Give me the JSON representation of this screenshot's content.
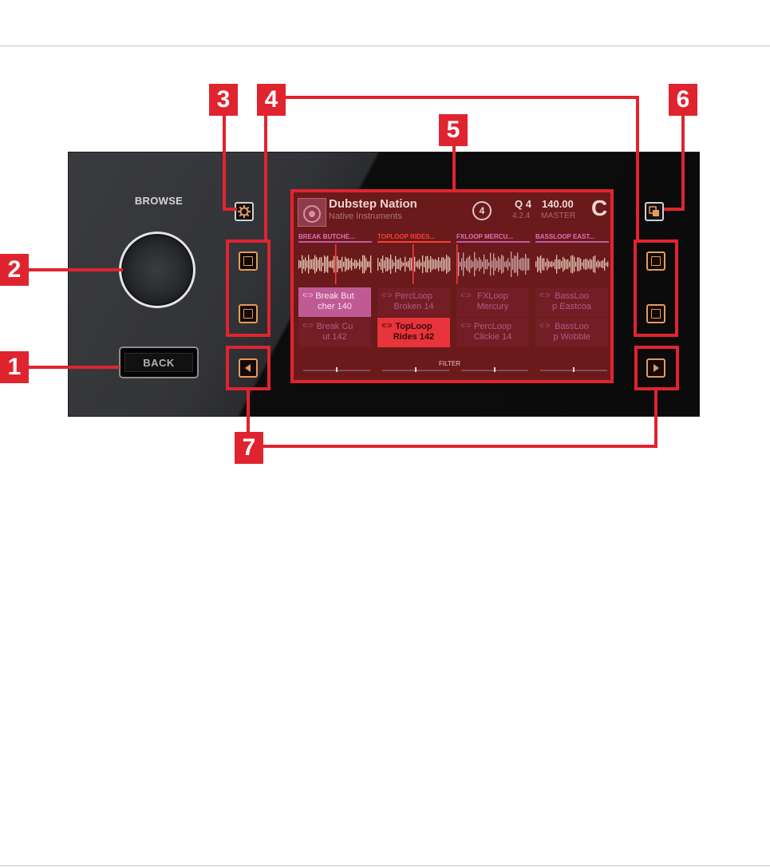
{
  "callouts": [
    "1",
    "2",
    "3",
    "4",
    "5",
    "6",
    "7"
  ],
  "controls": {
    "browse_label": "BROWSE",
    "back_label": "BACK"
  },
  "screen": {
    "track_title": "Dubstep Nation",
    "artist": "Native Instruments",
    "deck_number": "4",
    "quantize": "Q 4",
    "tempo": "140.00",
    "position": "4.2.4",
    "tempo_source": "MASTER",
    "deck_letter": "C",
    "columns": [
      {
        "title": "BREAK BUTCHE...",
        "slots": [
          {
            "line1": "Break But",
            "line2": "cher 140",
            "state": "selected-pink"
          },
          {
            "line1": "Break Cu",
            "line2": "ut 142",
            "state": "dim"
          }
        ]
      },
      {
        "title": "TOPLOOP RIDES...",
        "slots": [
          {
            "line1": "PercLoop",
            "line2": "Broken 14",
            "state": "dim"
          },
          {
            "line1": "TopLoop",
            "line2": "Rides 142",
            "state": "playing"
          }
        ]
      },
      {
        "title": "FXLOOP MERCU...",
        "slots": [
          {
            "line1": "FXLoop",
            "line2": "Mercury",
            "state": "dim"
          },
          {
            "line1": "PercLoop",
            "line2": "Clickie 14",
            "state": "dim"
          }
        ]
      },
      {
        "title": "BASSLOOP EAST...",
        "slots": [
          {
            "line1": "BassLoo",
            "line2": "p Eastcoa",
            "state": "dim"
          },
          {
            "line1": "BassLoo",
            "line2": "p Wobble",
            "state": "dim"
          }
        ]
      }
    ],
    "filter_label": "FILTER",
    "filter_levels": [
      0.5,
      0.5,
      0.5,
      0.5
    ]
  },
  "colors": {
    "callout": "#e0242f",
    "panel": "#0b0b0b",
    "screen_bg": "#6a1a1a",
    "pad_led": "#e59a5d",
    "playing_slot": "#e8343a",
    "selected_slot": "#c05a95"
  }
}
